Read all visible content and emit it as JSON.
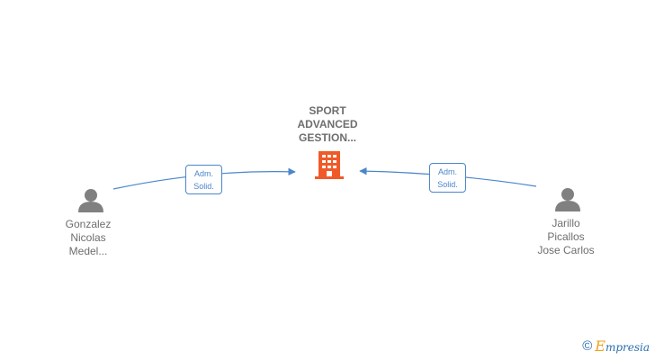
{
  "company": {
    "name_lines": [
      "SPORT",
      "ADVANCED",
      "GESTION..."
    ],
    "icon": "building-icon",
    "color": "#f05a28"
  },
  "people": [
    {
      "name_lines": [
        "Gonzalez",
        "Nicolas",
        "Medel..."
      ],
      "icon": "person-icon"
    },
    {
      "name_lines": [
        "Jarillo",
        "Picallos",
        "Jose Carlos"
      ],
      "icon": "person-icon"
    }
  ],
  "relations": [
    {
      "from": "Gonzalez Nicolas Medel...",
      "to": "SPORT ADVANCED GESTION...",
      "label_lines": [
        "Adm.",
        "Solid."
      ]
    },
    {
      "from": "Jarillo Picallos Jose Carlos",
      "to": "SPORT ADVANCED GESTION...",
      "label_lines": [
        "Adm.",
        "Solid."
      ]
    }
  ],
  "colors": {
    "edge": "#4a86c8",
    "person": "#808080",
    "text": "#6e6e6e"
  },
  "footer": {
    "copyright": "©",
    "brand_initial": "E",
    "brand_rest": "mpresia"
  }
}
